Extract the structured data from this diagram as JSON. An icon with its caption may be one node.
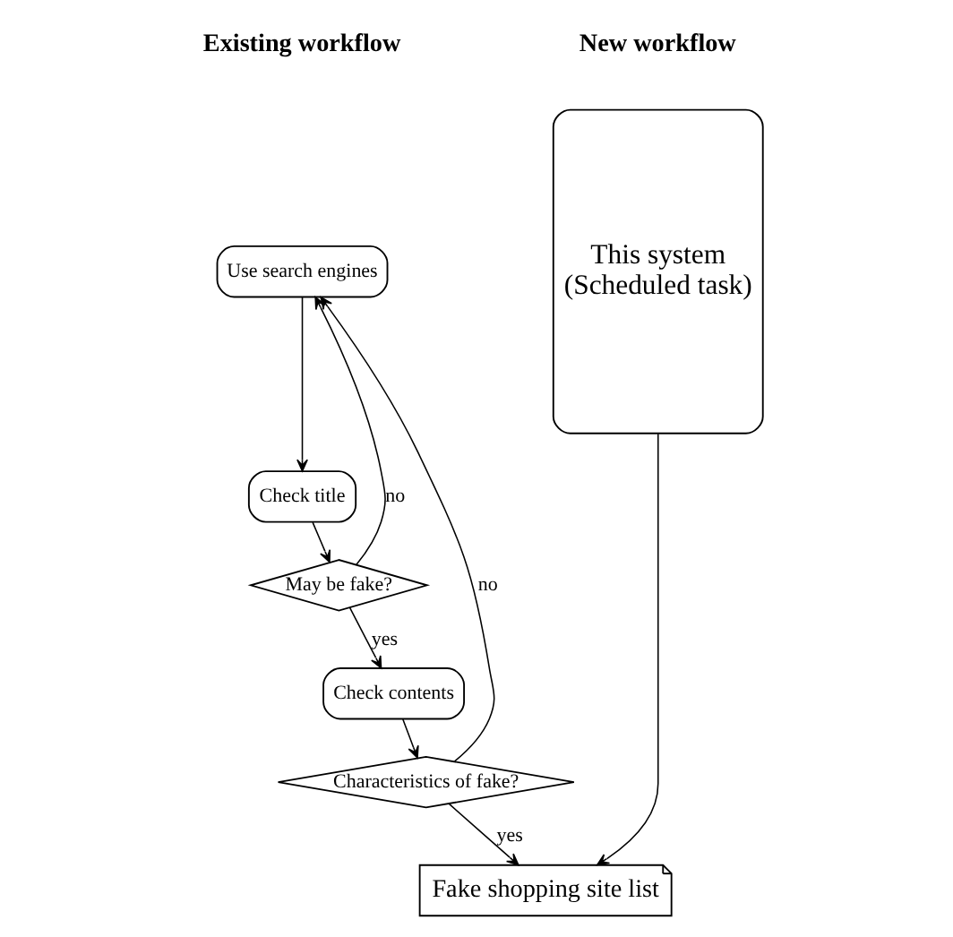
{
  "diagram": {
    "nodes": [
      {
        "text": [
          "Use search engines"
        ]
      },
      {
        "text": [
          "Check title"
        ]
      },
      {
        "text": [
          "May be fake?"
        ]
      },
      {
        "text": [
          "Check contents"
        ]
      },
      {
        "text": [
          "Characteristics of fake?"
        ]
      },
      {
        "text": [
          "This system",
          "(Scheduled task)"
        ]
      },
      {
        "text": [
          "Fake shopping site list"
        ]
      }
    ],
    "edges": [
      {
        "from": 0,
        "to": 1,
        "arrow": "to"
      },
      {
        "from": 1,
        "to": 2,
        "arrow": "to"
      },
      {
        "from": 2,
        "to": 3,
        "arrow": "to",
        "label": "yes"
      },
      {
        "from": 2,
        "to": 0,
        "arrow": "to",
        "label": "no"
      },
      {
        "from": 3,
        "to": 4,
        "arrow": "to"
      },
      {
        "from": 4,
        "to": 6,
        "arrow": "to",
        "label": "yes"
      },
      {
        "from": 4,
        "to": 0,
        "arrow": "to",
        "label": "no"
      },
      {
        "from": 5,
        "to": 6,
        "arrow": "to"
      }
    ],
    "labels": [
      "Existing workflow",
      "New workflow"
    ]
  }
}
